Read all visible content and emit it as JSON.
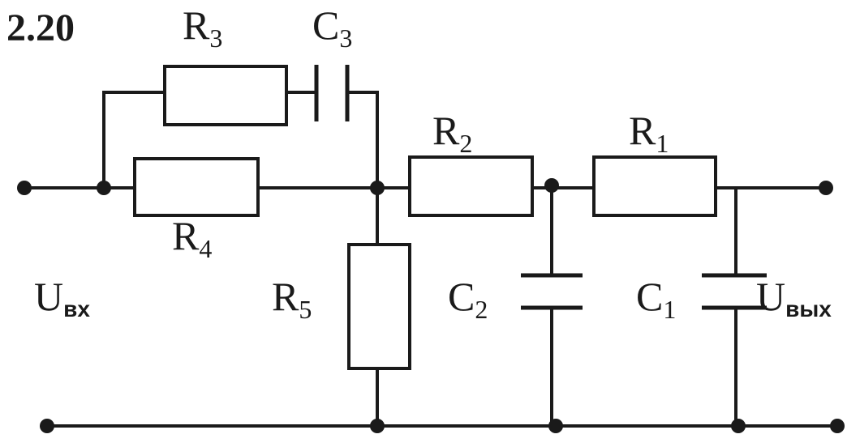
{
  "problem_number": "2.20",
  "components": {
    "r1": {
      "main": "R",
      "sub": "1"
    },
    "r2": {
      "main": "R",
      "sub": "2"
    },
    "r3": {
      "main": "R",
      "sub": "3"
    },
    "r4": {
      "main": "R",
      "sub": "4"
    },
    "r5": {
      "main": "R",
      "sub": "5"
    },
    "c1": {
      "main": "C",
      "sub": "1"
    },
    "c2": {
      "main": "C",
      "sub": "2"
    },
    "c3": {
      "main": "C",
      "sub": "3"
    }
  },
  "terminals": {
    "input": {
      "main": "U",
      "sub": "вх"
    },
    "output": {
      "main": "U",
      "sub": "вых"
    }
  },
  "colors": {
    "ink": "#1a1a1a",
    "background": "#ffffff"
  }
}
